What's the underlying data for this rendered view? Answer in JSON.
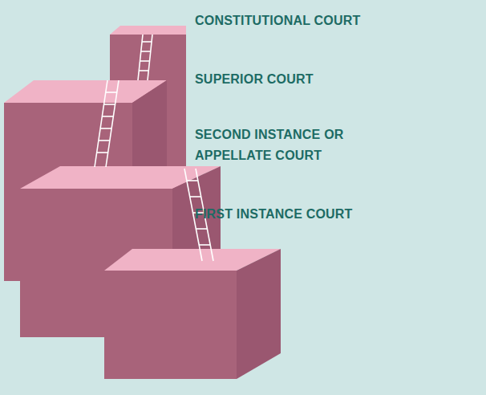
{
  "diagram": {
    "labels": [
      "CONSTITUTIONAL COURT",
      "SUPERIOR COURT",
      "SECOND INSTANCE OR APPELLATE COURT",
      "FIRST INSTANCE COURT"
    ]
  }
}
